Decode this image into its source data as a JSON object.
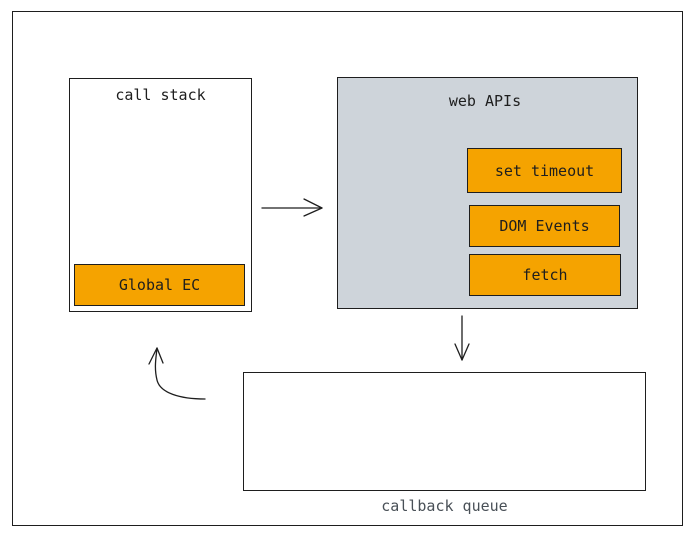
{
  "call_stack": {
    "title": "call stack",
    "frames": [
      "Global EC"
    ]
  },
  "web_apis": {
    "title": "web APIs",
    "items": [
      "set timeout",
      "DOM Events",
      "fetch"
    ]
  },
  "callback_queue": {
    "title": "callback queue"
  },
  "colors": {
    "frame_fill": "#f5a300",
    "web_apis_fill": "#ced4da",
    "queue_label": "#495057",
    "stroke": "#1e1e1e"
  }
}
